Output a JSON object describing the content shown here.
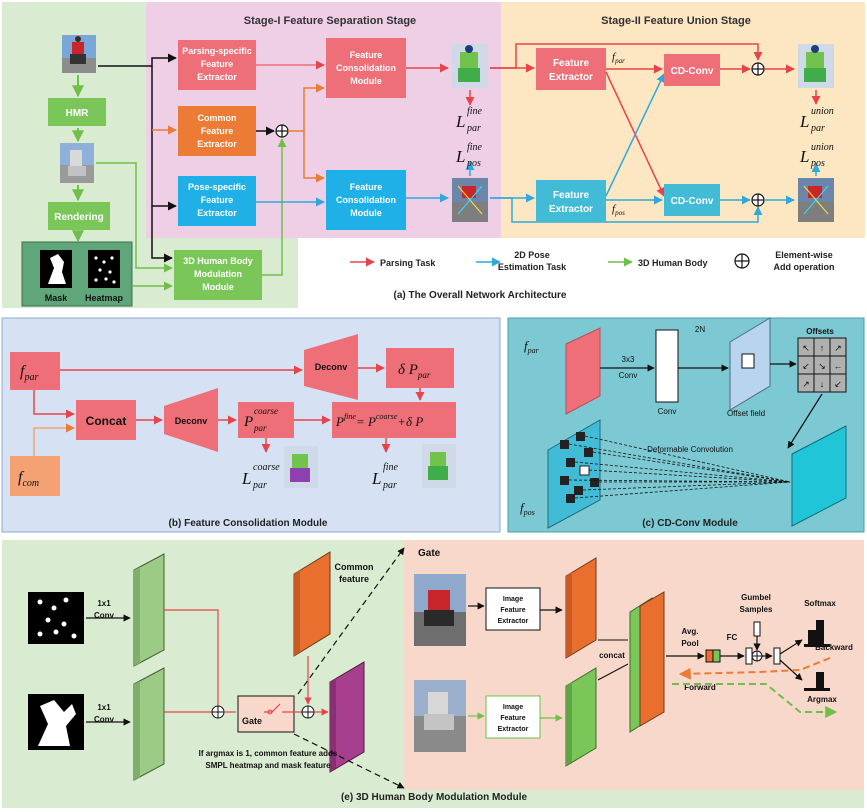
{
  "panel_a": {
    "stage1_title": "Stage-I Feature Separation Stage",
    "stage2_title": "Stage-II Feature Union Stage",
    "hmr": "HMR",
    "rendering": "Rendering",
    "mask": "Mask",
    "heatmap": "Heatmap",
    "parsing_extractor": [
      "Parsing-specific",
      "Feature",
      "Extractor"
    ],
    "common_extractor": [
      "Common",
      "Feature",
      "Extractor"
    ],
    "pose_extractor": [
      "Pose-specific",
      "Feature",
      "Extractor"
    ],
    "consolidation": [
      "Feature",
      "Consolidation",
      "Module"
    ],
    "body_module": [
      "3D Human Body",
      "Modulation",
      "Module"
    ],
    "feature_extractor": [
      "Feature",
      "Extractor"
    ],
    "cdconv": "CD-Conv",
    "f_par": "f",
    "f_par_sub": "par",
    "f_pos_sub": "pos",
    "L": "L",
    "fine": "fine",
    "union": "union",
    "par": "par",
    "pos": "pos",
    "legend": {
      "parsing": "Parsing Task",
      "pose": [
        "2D Pose",
        "Estimation Task"
      ],
      "body": "3D Human Body",
      "elementwise": [
        "Element-wise",
        "Add operation"
      ]
    },
    "caption": "(a) The Overall Network Architecture"
  },
  "panel_b": {
    "f": "f",
    "par": "par",
    "com": "com",
    "concat": "Concat",
    "deconv": "Deconv",
    "delta": "δ P",
    "P": "P",
    "coarse": "coarse",
    "fine": "fine",
    "eq_mid": "= P",
    "eq_plus": "+δ P",
    "L": "L",
    "caption": "(b) Feature Consolidation Module"
  },
  "panel_c": {
    "f": "f",
    "par": "par",
    "pos": "pos",
    "twoN": "2N",
    "conv3": [
      "3x3",
      "Conv"
    ],
    "conv": "Conv",
    "offset_field": "Offset field",
    "offsets": "Offsets",
    "deformable": "Deformable Convolution",
    "caption": "(c) CD-Conv Module"
  },
  "panel_e": {
    "conv1": [
      "1x1",
      "Conv"
    ],
    "common_feature": [
      "Common",
      "feature"
    ],
    "gate": "Gate",
    "note": [
      "If argmax is 1, common feature adds",
      "SMPL heatmap and mask feature"
    ],
    "gate_title": "Gate",
    "image_extractor": [
      "Image",
      "Feature",
      "Extractor"
    ],
    "concat": "concat",
    "avgpool": [
      "Avg.",
      "Pool"
    ],
    "fc": "FC",
    "gumbel": [
      "Gumbel",
      "Samples"
    ],
    "softmax": "Softmax",
    "backward": "Backward",
    "forward": "Forward",
    "argmax": "Argmax",
    "caption": "(e) 3D Human Body Modulation Module"
  },
  "colors": {
    "green_bg": "#d9ecd1",
    "pink_bg": "#efcfe6",
    "orange_bg": "#fde6c2",
    "blue_bg": "#d6e2f3",
    "teal_bg": "#7cc9d3",
    "salmon_bg": "#f8d8cb",
    "red": "#e8434a",
    "blue": "#2fa8de",
    "green": "#6fbf4a",
    "orange": "#ec7b35",
    "box_red": "#ef6f78",
    "box_blue": "#20b0e8",
    "box_green": "#7bc659",
    "box_teal": "#42bcd6"
  }
}
